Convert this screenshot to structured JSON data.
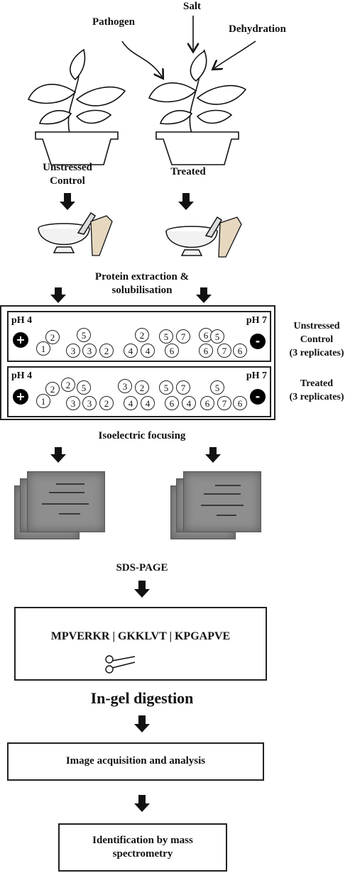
{
  "stress_labels": {
    "pathogen": "Pathogen",
    "salt": "Salt",
    "dehydration": "Dehydration"
  },
  "plant_labels": {
    "control_line1": "Unstressed",
    "control_line2": "Control",
    "treated": "Treated"
  },
  "extraction": {
    "line1": "Protein extraction &",
    "line2": "solubilisation"
  },
  "strips": [
    {
      "ph_left": "pH 4",
      "ph_right": "pH 7",
      "plus": "+",
      "minus": "-",
      "label_line1": "Unstressed",
      "label_line2": "Control",
      "label_line3": "(3 replicates)",
      "spots": [
        "2",
        "1",
        "5",
        "3",
        "3",
        "2",
        "2",
        "4",
        "4",
        "5",
        "7",
        "6",
        "6",
        "5",
        "6",
        "7",
        "6"
      ]
    },
    {
      "ph_left": "pH 4",
      "ph_right": "pH 7",
      "plus": "+",
      "minus": "-",
      "label_line1": "Treated",
      "label_line2": "(3 replicates)",
      "spots": [
        "2",
        "2",
        "1",
        "5",
        "3",
        "3",
        "2",
        "3",
        "2",
        "4",
        "4",
        "5",
        "7",
        "6",
        "4",
        "5",
        "6",
        "7",
        "6"
      ]
    }
  ],
  "steps": {
    "ief": "Isoelectric focusing",
    "sds": "SDS-PAGE",
    "sequence": "MPVERKR | GKKLVT | KPGAPVE",
    "digestion": "In-gel digestion",
    "image": "Image acquisition and analysis",
    "ms_line1": "Identification by mass",
    "ms_line2": "spectrometry"
  }
}
